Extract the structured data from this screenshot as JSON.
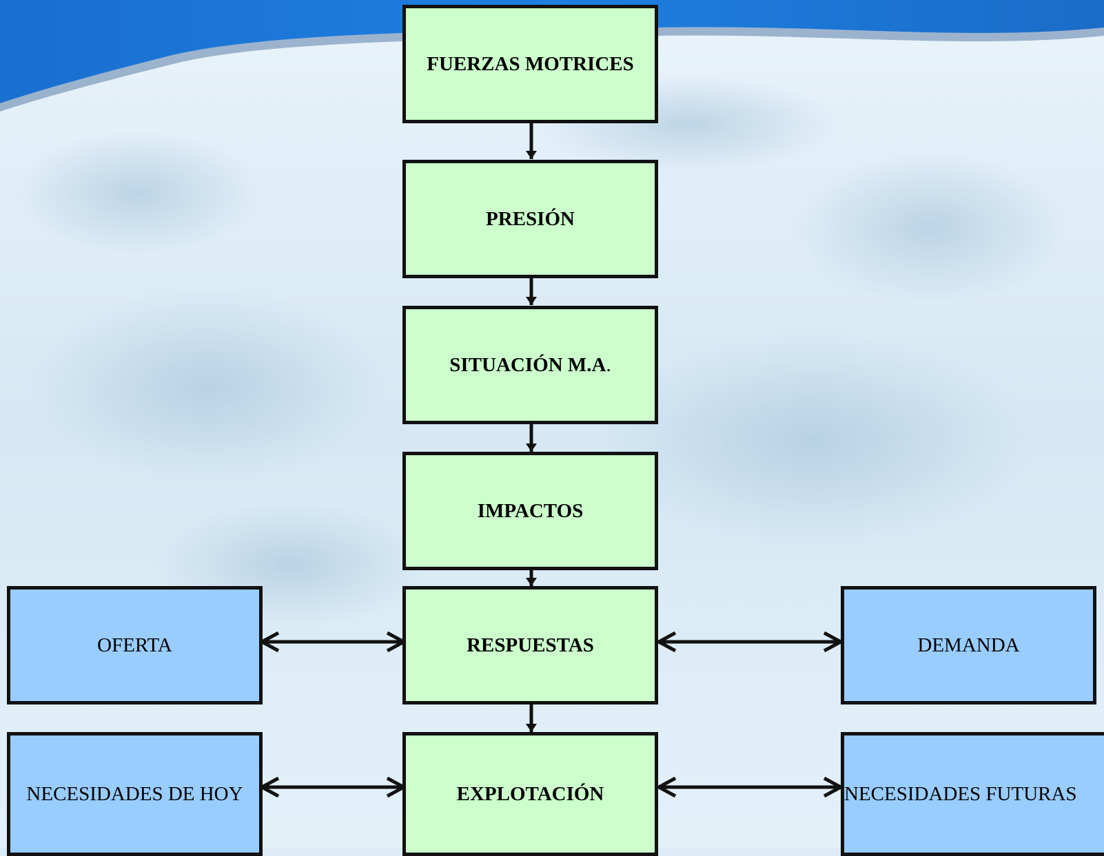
{
  "diagram": {
    "main_chain": [
      {
        "id": "fuerzas",
        "label": "FUERZAS MOTRICES"
      },
      {
        "id": "presion",
        "label": "PRESIÓN"
      },
      {
        "id": "situacion",
        "label": "SITUACIÓN M.A",
        "suffix": "."
      },
      {
        "id": "impactos",
        "label": "IMPACTOS"
      },
      {
        "id": "respuestas",
        "label": "RESPUESTAS"
      },
      {
        "id": "explotacion",
        "label": "EXPLOTACIÓN"
      }
    ],
    "side_nodes": {
      "oferta": "OFERTA",
      "demanda": "DEMANDA",
      "necesidades_hoy": "NECESIDADES DE HOY",
      "necesidades_futuras": "NECESIDADES FUTURAS"
    },
    "edges": [
      {
        "from": "fuerzas",
        "to": "presion",
        "type": "single"
      },
      {
        "from": "presion",
        "to": "situacion",
        "type": "single"
      },
      {
        "from": "situacion",
        "to": "impactos",
        "type": "single"
      },
      {
        "from": "impactos",
        "to": "respuestas",
        "type": "single"
      },
      {
        "from": "respuestas",
        "to": "explotacion",
        "type": "single"
      },
      {
        "from": "oferta",
        "to": "respuestas",
        "type": "double"
      },
      {
        "from": "respuestas",
        "to": "demanda",
        "type": "double"
      },
      {
        "from": "necesidades_hoy",
        "to": "explotacion",
        "type": "double"
      },
      {
        "from": "explotacion",
        "to": "necesidades_futuras",
        "type": "double"
      }
    ],
    "colors": {
      "process_fill": "#ccffcc",
      "side_fill": "#99ccff",
      "border": "#111111",
      "arrow": "#111111",
      "banner": "#1565c0"
    }
  }
}
